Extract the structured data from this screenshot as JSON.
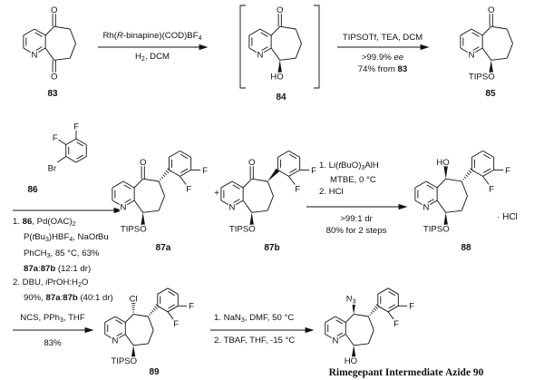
{
  "scheme": {
    "compounds": {
      "c83": "83",
      "c84": "84",
      "c85": "85",
      "c86": "86",
      "c87a": "87a",
      "c87b": "87b",
      "c88": "88",
      "c89": "89",
      "c90": "Rimegepant Intermediate Azide 90"
    },
    "atom_labels": {
      "O": "O",
      "N": "N",
      "F": "F",
      "Br": "Br",
      "HO": "HO",
      "TIPSO": "TIPSO",
      "Cl": "Cl",
      "azide": [
        "N",
        "3"
      ]
    },
    "plus": "+",
    "hcl": "· HCl",
    "steps": [
      {
        "above": [
          [
            [
              "Rh(",
              ""
            ],
            [
              "R",
              "i"
            ],
            [
              "-binapine)(COD)BF",
              ""
            ],
            [
              "4",
              "sub"
            ]
          ]
        ],
        "below": [
          [
            [
              "H",
              ""
            ],
            [
              "2",
              "sub"
            ],
            [
              ", DCM",
              ""
            ]
          ]
        ]
      },
      {
        "above": [
          [
            [
              "TIPSOTf, TEA, DCM",
              ""
            ]
          ]
        ],
        "below": [
          [
            [
              ">99.9% ",
              ""
            ],
            [
              "ee",
              "i"
            ]
          ],
          [
            [
              "74% from ",
              ""
            ],
            [
              "83",
              "b"
            ]
          ]
        ]
      },
      {
        "below": [
          [
            [
              "1. ",
              ""
            ],
            [
              "86",
              "b"
            ],
            [
              ", Pd(OAC)",
              ""
            ],
            [
              "2",
              "sub"
            ]
          ],
          [
            [
              "P(",
              ""
            ],
            [
              "t",
              "i"
            ],
            [
              "Bu",
              ""
            ],
            [
              "3",
              "sub"
            ],
            [
              ")HBF",
              ""
            ],
            [
              "4",
              "sub"
            ],
            [
              ", NaO",
              ""
            ],
            [
              "t",
              "i"
            ],
            [
              "Bu",
              ""
            ]
          ],
          [
            [
              "PhCH",
              ""
            ],
            [
              "3",
              "sub"
            ],
            [
              ", 85 °C, 63%",
              ""
            ]
          ],
          [
            [
              "87a",
              "b"
            ],
            [
              ":",
              ""
            ],
            [
              "87b",
              "b"
            ],
            [
              " (12:1 dr)",
              ""
            ]
          ],
          [
            [
              "2. DBU, ",
              ""
            ],
            [
              "i",
              "i"
            ],
            [
              "PrOH:H",
              ""
            ],
            [
              "2",
              "sub"
            ],
            [
              "O",
              ""
            ]
          ],
          [
            [
              "90%, ",
              ""
            ],
            [
              "87a",
              "b"
            ],
            [
              ":",
              ""
            ],
            [
              "87b",
              "b"
            ],
            [
              " (40:1 dr)",
              ""
            ]
          ]
        ]
      },
      {
        "above": [
          [
            [
              "1. Li(",
              ""
            ],
            [
              "t",
              "i"
            ],
            [
              "BuO)",
              ""
            ],
            [
              "3",
              "sub"
            ],
            [
              "AlH",
              ""
            ]
          ],
          [
            [
              "MTBE, 0 °C",
              ""
            ]
          ],
          [
            [
              "2. HCl",
              ""
            ]
          ]
        ],
        "below": [
          [
            [
              ">99:1 dr",
              ""
            ]
          ],
          [
            [
              "80% for 2 steps",
              ""
            ]
          ]
        ]
      },
      {
        "above": [
          [
            [
              "NCS, PPh",
              ""
            ],
            [
              "3",
              "sub"
            ],
            [
              ", THF",
              ""
            ]
          ]
        ],
        "below": [
          [
            [
              "83%",
              ""
            ]
          ]
        ]
      },
      {
        "above": [
          [
            [
              "1. NaN",
              ""
            ],
            [
              "3",
              "sub"
            ],
            [
              ", DMF, 50 °C",
              ""
            ]
          ]
        ],
        "below": [
          [
            [
              "2. TBAF, THF, -15 °C",
              ""
            ]
          ]
        ]
      }
    ]
  }
}
